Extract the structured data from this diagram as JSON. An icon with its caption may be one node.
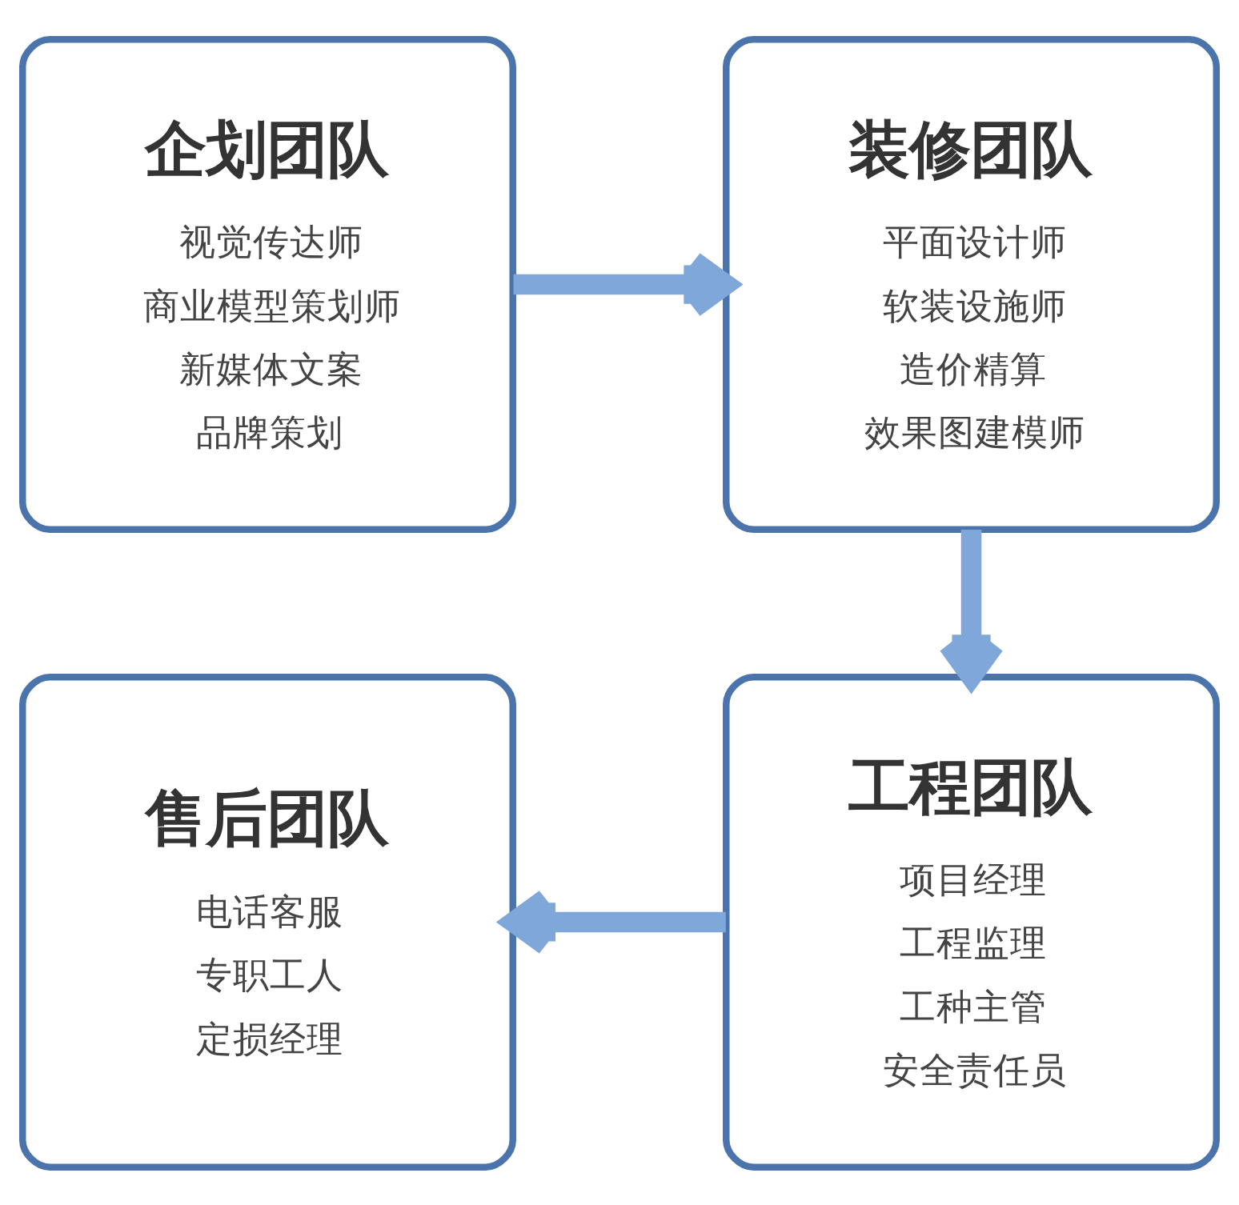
{
  "diagram": {
    "nodes": [
      {
        "text": [
          "企划团队",
          "视觉传达师",
          "商业模型策划师",
          "新媒体文案",
          "品牌策划"
        ]
      },
      {
        "text": [
          "装修团队",
          "平面设计师",
          "软装设施师",
          "造价精算",
          "效果图建模师"
        ]
      },
      {
        "text": [
          "售后团队",
          "电话客服",
          "专职工人",
          "定损经理"
        ]
      },
      {
        "text": [
          "工程团队",
          "项目经理",
          "工程监理",
          "工种主管",
          "安全责任员"
        ]
      }
    ],
    "edges": [
      {
        "from": 0,
        "to": 1,
        "arrow": "to"
      },
      {
        "from": 1,
        "to": 3,
        "arrow": "to"
      },
      {
        "from": 3,
        "to": 2,
        "arrow": "to"
      }
    ]
  }
}
